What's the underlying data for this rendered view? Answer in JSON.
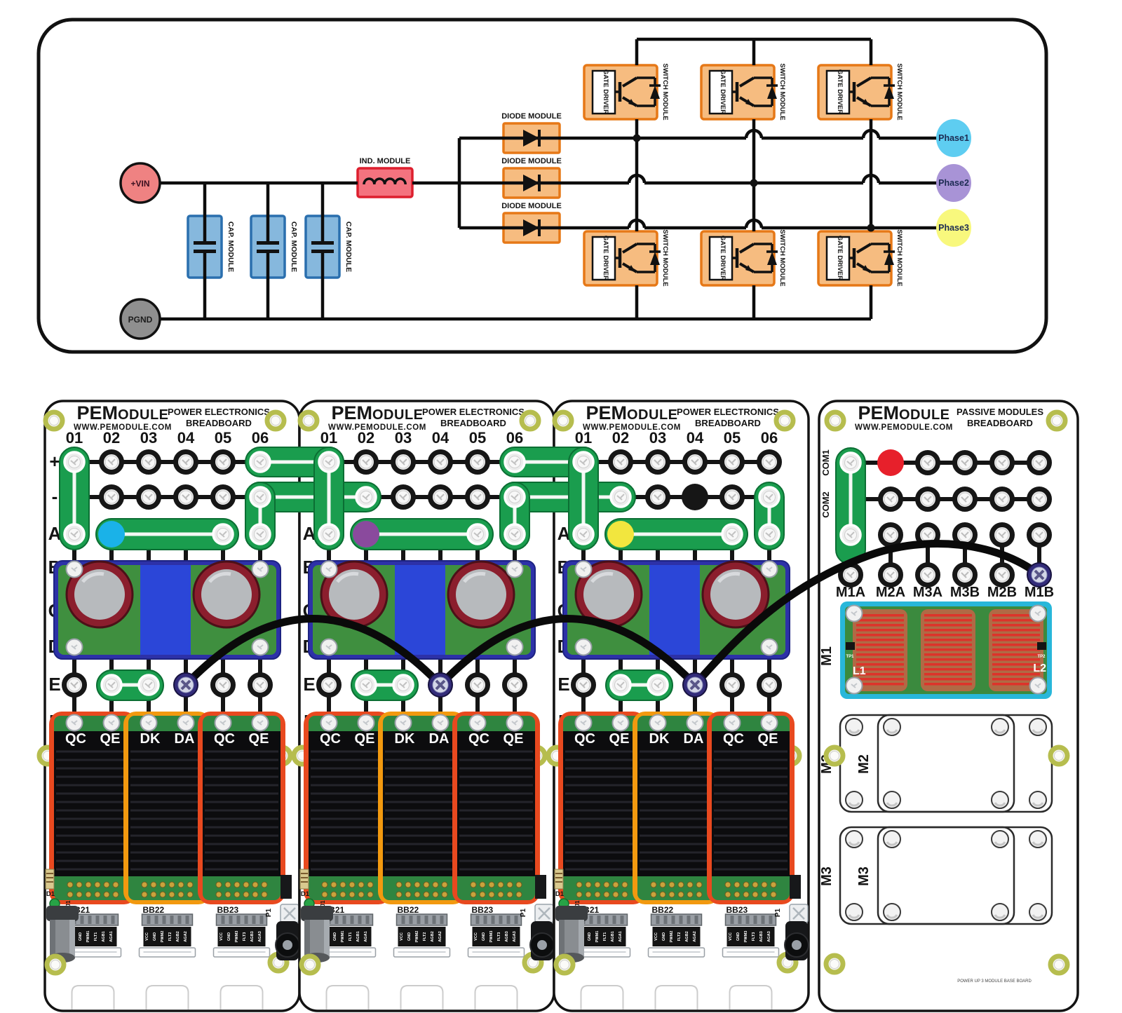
{
  "schematic": {
    "source_label": "+VIN",
    "ground_label": "PGND",
    "cap_label": "CAP. MODULE",
    "ind_label": "IND. MODULE",
    "diode_label": "DIODE MODULE",
    "gate_label": "GATE DRIVER",
    "switch_label": "SWITCH MODULE",
    "phases": [
      {
        "label": "Phase1",
        "color": "#5ecdf1"
      },
      {
        "label": "Phase2",
        "color": "#a893d6"
      },
      {
        "label": "Phase3",
        "color": "#f8f87d"
      }
    ],
    "colors": {
      "source_fill": "#ef8282",
      "ground_fill": "#8f8f8f",
      "cap_fill": "#86b8dd",
      "cap_border": "#2a6fae",
      "ind_fill": "#f4737f",
      "ind_border": "#dd1f2e",
      "module_fill": "#f6bc80",
      "module_border": "#e67817",
      "wire": "#0c0c0c"
    }
  },
  "power_board": {
    "brand_main": "PEM",
    "brand_rest": "ODULE",
    "brand_url": "WWW.PEMODULE.COM",
    "title_line1": "POWER ELECTRONICS",
    "title_line2": "BREADBOARD",
    "column_labels": [
      "01",
      "02",
      "03",
      "04",
      "05",
      "06"
    ],
    "row_labels": [
      "+",
      "-",
      "A",
      "B",
      "C",
      "D",
      "E",
      "F"
    ],
    "f_module_terminals": [
      [
        "QC",
        "QE"
      ],
      [
        "DK",
        "DA"
      ],
      [
        "QC",
        "QE"
      ]
    ],
    "connector_labels": [
      "BB21",
      "BB22",
      "BB23"
    ],
    "pin_labels": [
      [
        "VCC",
        "GND",
        "PWM1",
        "FLT1",
        "AGB1",
        "AGA1"
      ],
      [
        "VCC",
        "GND",
        "PWM2",
        "FLT2",
        "AGB2",
        "AGA2"
      ],
      [
        "VCC",
        "GND",
        "PWM3",
        "FLT3",
        "AGB3",
        "AGA3"
      ]
    ],
    "diode_ref": "D1",
    "jack_ref": "J1",
    "pot_ref": "P1"
  },
  "passive_board": {
    "title_line1": "PASSIVE MODULES",
    "title_line2": "BREADBOARD",
    "com_labels": [
      "COM1",
      "COM2"
    ],
    "terminal_labels": [
      "M1A",
      "M2A",
      "M3A",
      "M3B",
      "M2B",
      "M1B"
    ],
    "module_labels": [
      "M1",
      "M2",
      "M3"
    ],
    "inductor_refs": [
      "L1",
      "L2"
    ],
    "testpoint_refs": [
      "TP1",
      "TP2"
    ],
    "footer_note": "POWER UP 3 MODULE BASE BOARD"
  },
  "markers": {
    "vin_color": "#e7202b",
    "gnd_color": "#161616",
    "phase_colors": [
      "#1ab2e8",
      "#8a4a9d",
      "#f2e63e"
    ]
  }
}
